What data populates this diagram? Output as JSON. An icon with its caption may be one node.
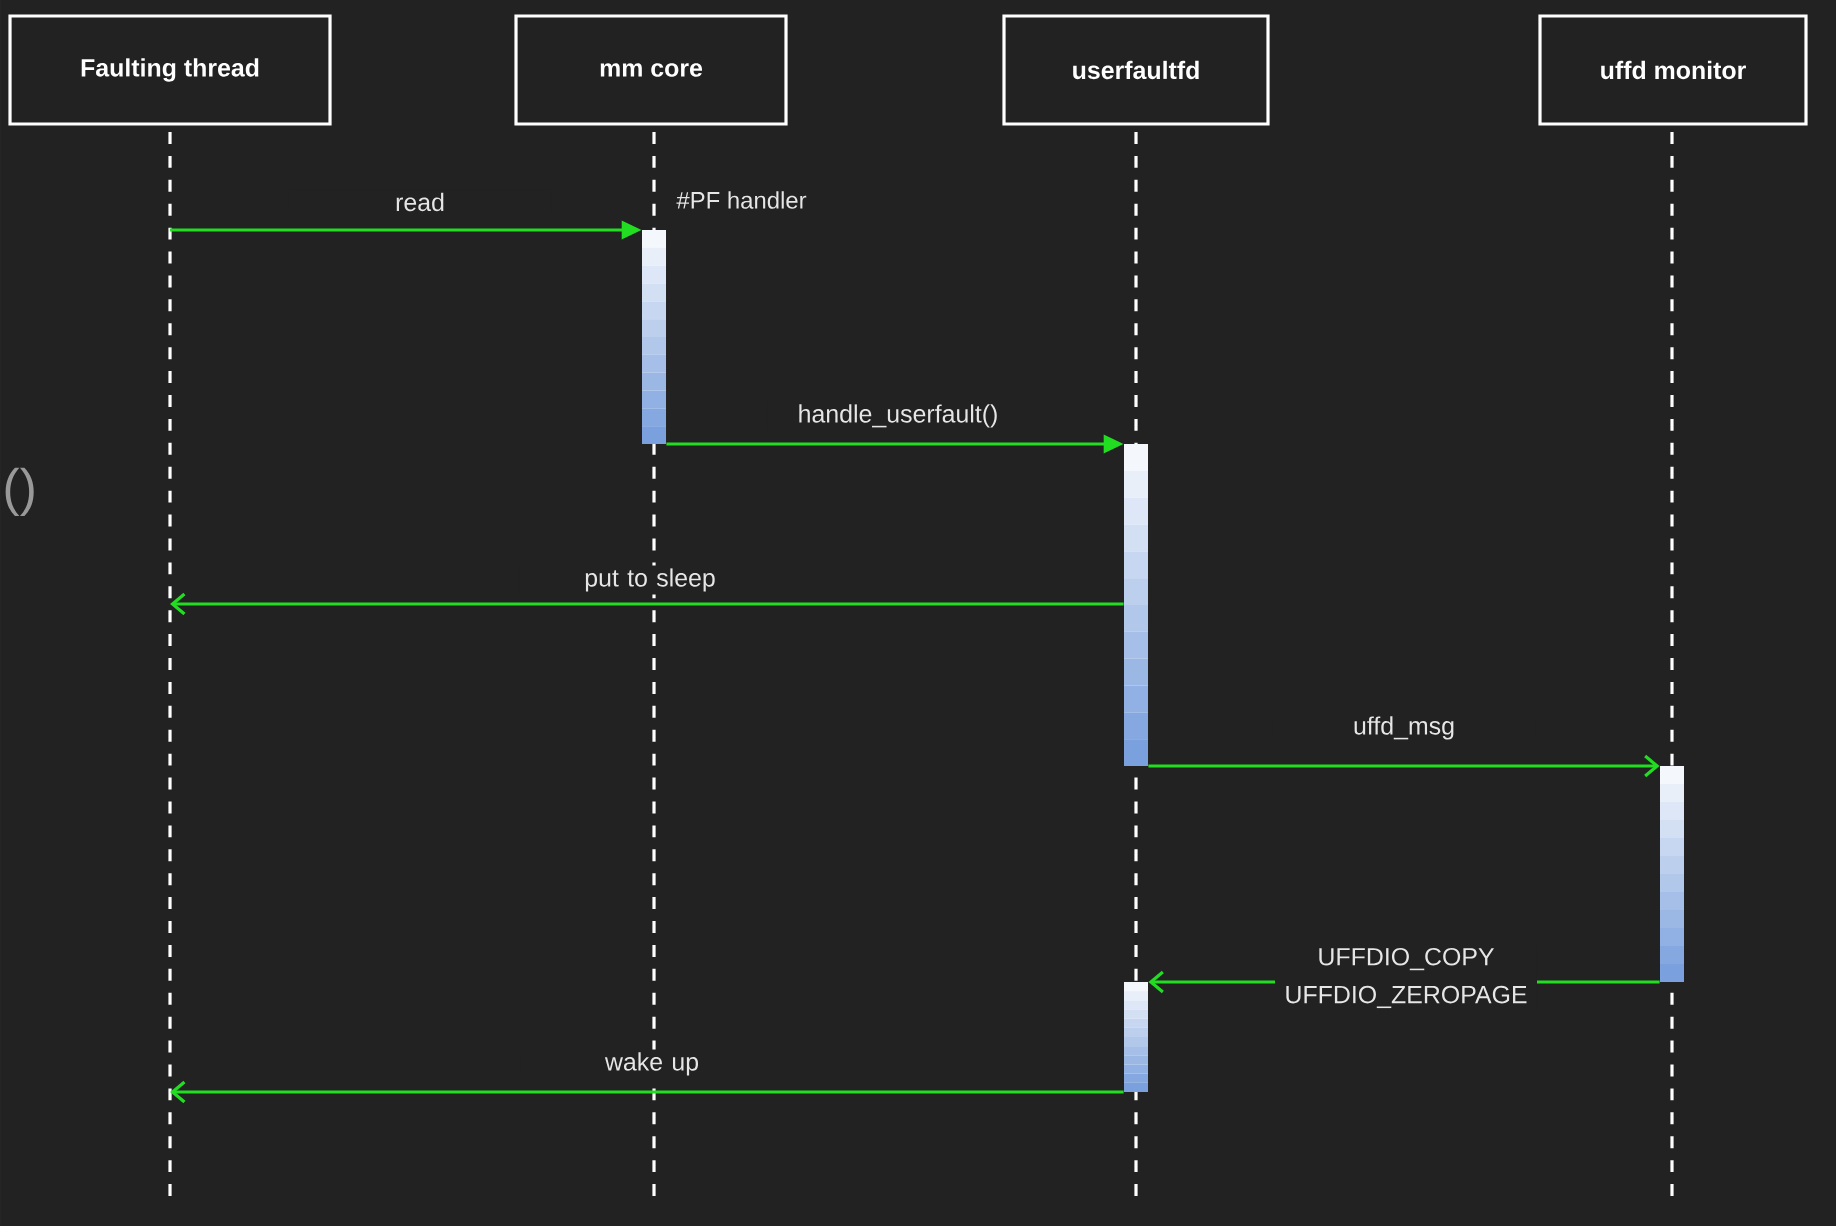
{
  "diagram": {
    "nodes": [
      {
        "text": [
          "Faulting thread"
        ]
      },
      {
        "text": [
          "mm core"
        ]
      },
      {
        "text": [
          "userfaultfd"
        ]
      },
      {
        "text": [
          "uffd monitor"
        ]
      },
      {
        "text": [],
        "shape": "bar",
        "beside": [
          "#PF handler"
        ]
      },
      {
        "text": [],
        "shape": "bar"
      },
      {
        "text": [],
        "shape": "bar"
      },
      {
        "text": [],
        "shape": "bar"
      }
    ],
    "edges": [
      {
        "from": 0,
        "to": 4,
        "arrow": "to",
        "label": "read"
      },
      {
        "from": 4,
        "to": 5,
        "arrow": "to",
        "label": "handle_userfault()"
      },
      {
        "from": 5,
        "to": null,
        "arrow": "to",
        "label": "put to sleep"
      },
      {
        "from": 5,
        "to": 6,
        "arrow": "to",
        "label": "uffd_msg"
      },
      {
        "from": 6,
        "to": 7,
        "arrow": "to",
        "label": "UFFDIO_COPY UFFDIO_ZEROPAGE"
      },
      {
        "from": 7,
        "to": null,
        "arrow": "to",
        "label": "wake up"
      }
    ],
    "labels": [
      "()"
    ]
  }
}
